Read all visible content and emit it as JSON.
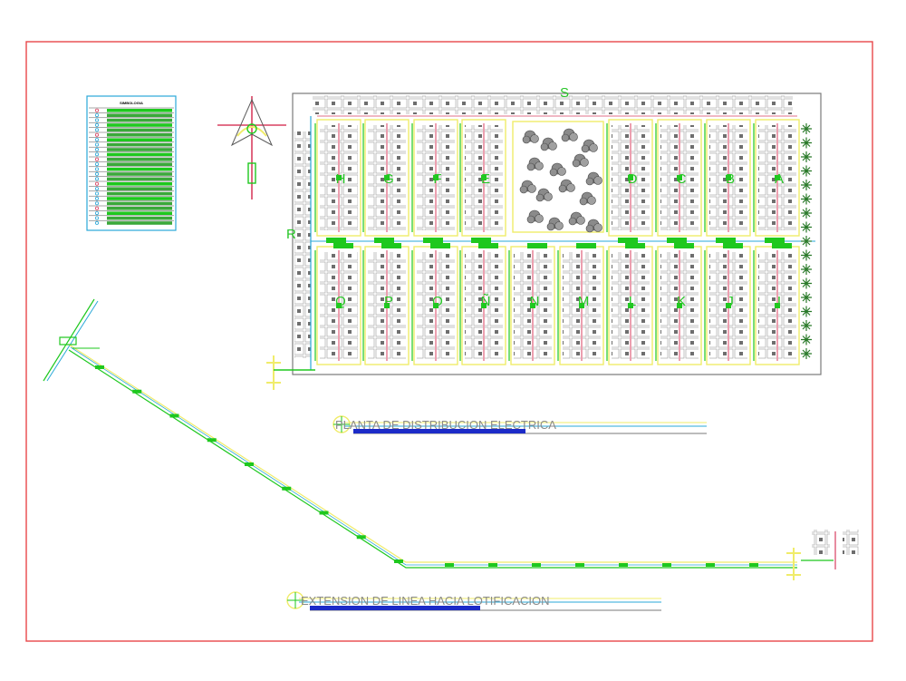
{
  "colors": {
    "frame": "#e8484a",
    "block_outline": "#f0ec6a",
    "lot": "#6e6e6e",
    "label": "#26c626",
    "line_green": "#1ec81e",
    "line_cyan": "#2aa8d8",
    "line_red": "#d84060",
    "title_bar": "#1c2bc8",
    "title_text": "#8a8a8a"
  },
  "street_labels": {
    "top": "S",
    "left": "R"
  },
  "blocks_top": [
    "H",
    "G",
    "F",
    "E",
    "D",
    "C",
    "B",
    "A"
  ],
  "blocks_bottom": [
    "Q",
    "P",
    "O",
    "Ñ",
    "N",
    "M",
    "L",
    "K",
    "J",
    "I"
  ],
  "legend": {
    "title": "SIMBOLOGIA"
  },
  "titles": {
    "plan": "PLANTA DE DISTRIBUCION ELECTRICA",
    "extension": "EXTENSION DE LINEA HACIA LOTIFICACION"
  },
  "icons": {
    "north": "north-arrow-icon",
    "tree": "tree-icon",
    "transformer": "transformer-icon"
  }
}
